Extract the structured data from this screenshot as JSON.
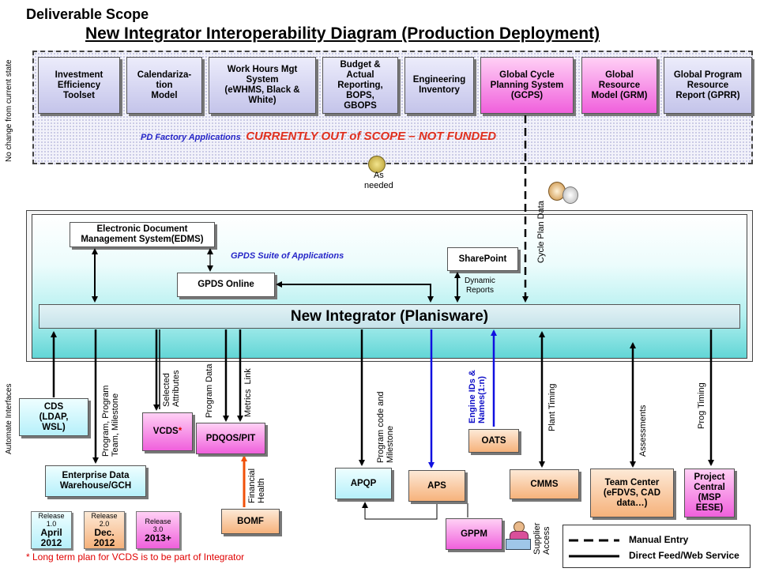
{
  "header": {
    "scope_title": "Deliverable Scope",
    "diagram_title": "New Integrator Interoperability Diagram (Production Deployment)"
  },
  "side_labels": {
    "top": "No change from current state",
    "bottom": "Automate Interfaces"
  },
  "top_apps": [
    "Investment\nEfficiency\nToolset",
    "Calendariza-\ntion\nModel",
    "Work Hours Mgt\nSystem\n(eWHMS, Black &\nWhite)",
    "Budget &\nActual\nReporting,\nBOPS,\nGBOPS",
    "Engineering\nInventory",
    "Global Cycle\nPlanning System\n(GCPS)",
    "Global\nResource\nModel (GRM)",
    "Global Program\nResource\nReport (GPRR)"
  ],
  "pd_factory": {
    "label": "PD Factory Applications",
    "out_of_scope": "CURRENTLY OUT of SCOPE – NOT FUNDED"
  },
  "as_needed": "As\nneeded",
  "cycle_plan_data": "Cycle Plan Data",
  "gpds": {
    "edms": "Electronic Document\nManagement System(EDMS)",
    "suite_label": "GPDS Suite of Applications",
    "sharepoint": "SharePoint",
    "online": "GPDS Online",
    "dynamic_reports": "Dynamic\nReports"
  },
  "integrator": "New Integrator (Planisware)",
  "bottom_systems": {
    "cds": "CDS\n(LDAP,\nWSL)",
    "vcds": "VCDS",
    "vcds_star": "*",
    "pdqos": "PDQOS/PIT",
    "edw": "Enterprise Data\nWarehouse/GCH",
    "bomf": "BOMF",
    "apqp": "APQP",
    "aps": "APS",
    "oats": "OATS",
    "gppm": "GPPM",
    "cmms": "CMMS",
    "team_center": "Team Center\n(eFDVS, CAD\ndata…)",
    "project_central": "Project\nCentral\n(MSP\nEESE)"
  },
  "flow_labels": {
    "program_team": "Program, Program\nTeam, Milestone",
    "selected_attributes": "Selected\nAttributes",
    "program_data": "Program Data",
    "metrics_link": "Metrics  Link",
    "financial_health": "Financial\nHealth",
    "program_code": "Program code and\nMilestone",
    "engine_ids": "Engine IDs &\nNames(1:n)",
    "plant_timing": "Plant Timing",
    "assessments": "Assessments",
    "prog_timing": "Prog Timing",
    "supplier_access": "Supplier\nAccess"
  },
  "releases": [
    {
      "release": "Release\n1.0",
      "date": "April\n2012"
    },
    {
      "release": "Release\n2.0",
      "date": "Dec.\n2012"
    },
    {
      "release": "Release\n3.0",
      "date": "2013+"
    }
  ],
  "footnote": "* Long term plan for VCDS is to be part of Integrator",
  "legend": {
    "manual": "Manual Entry",
    "direct": "Direct Feed/Web Service"
  }
}
